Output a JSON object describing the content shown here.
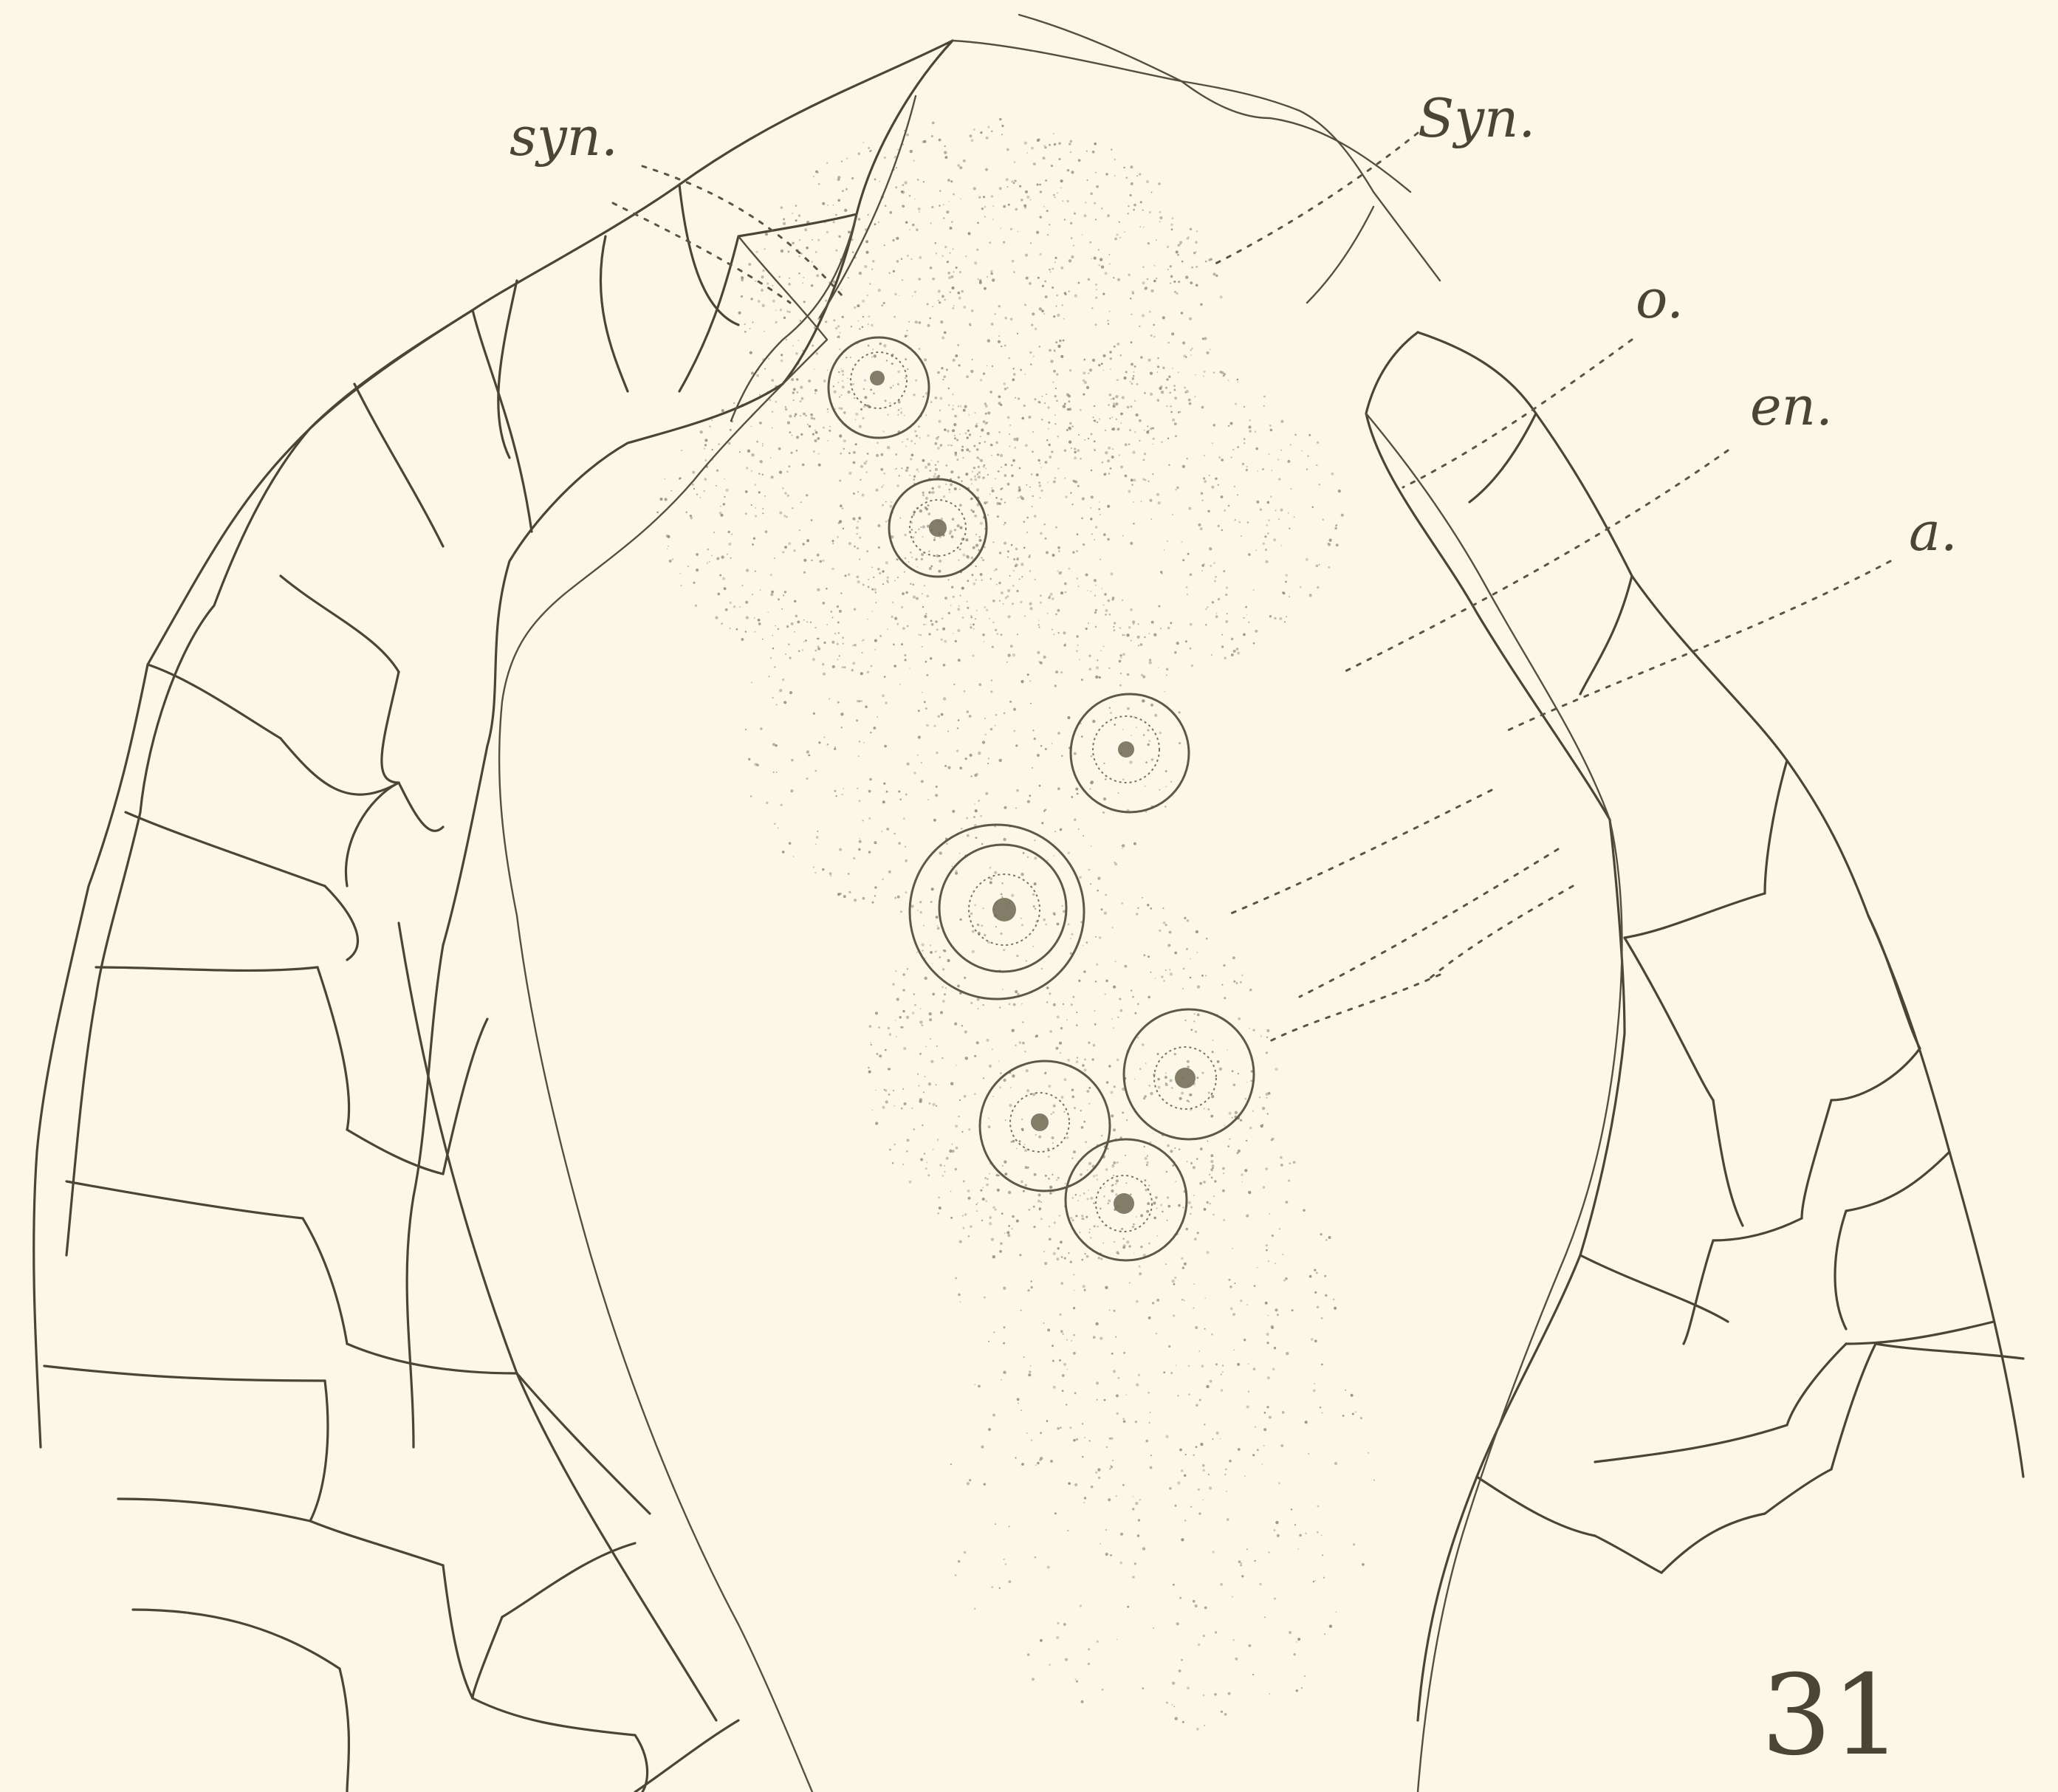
{
  "labels": {
    "syn_left": "syn.",
    "syn_right": "Syn.",
    "o": "o.",
    "en": "en.",
    "a": "a."
  },
  "figure_number": "31",
  "colors": {
    "paper": "#fbf8e9",
    "ink": "#4a4636",
    "stipple": "#8a8470"
  }
}
